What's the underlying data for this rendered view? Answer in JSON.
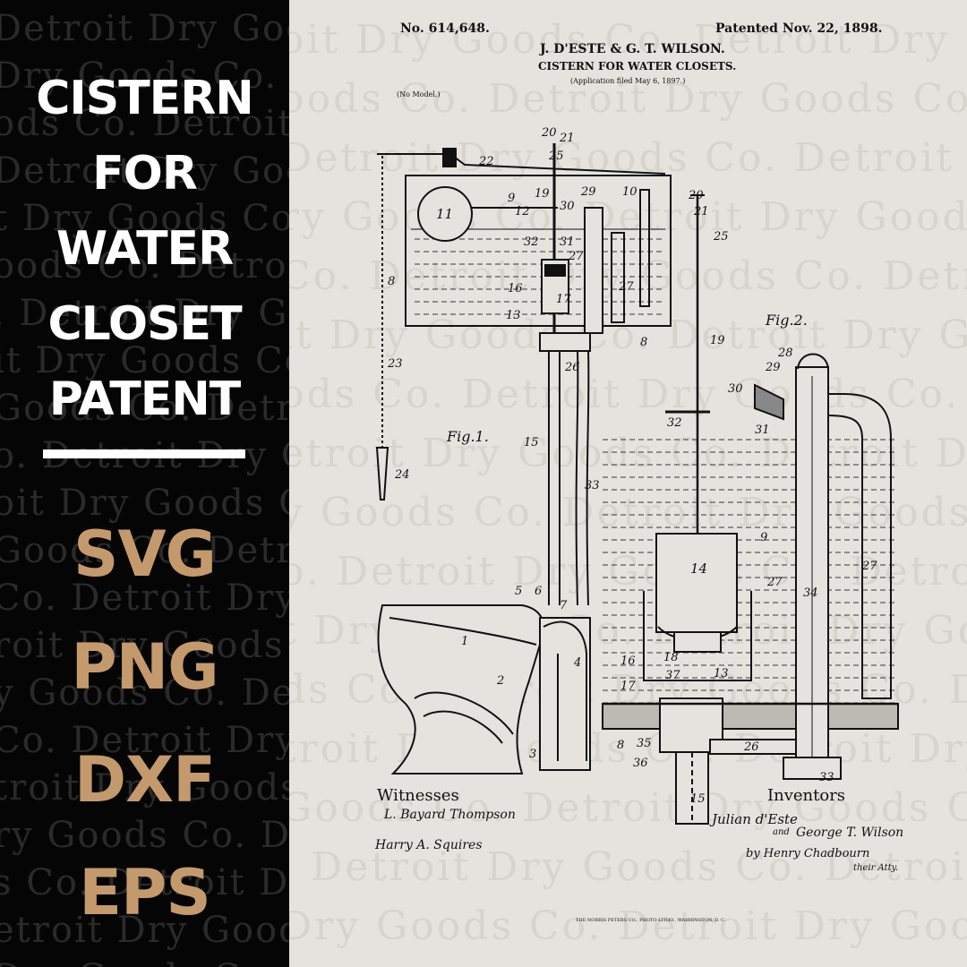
{
  "headline": [
    "CISTERN",
    "FOR",
    "WATER",
    "CLOSET",
    "PATENT"
  ],
  "formats": [
    "SVG",
    "PNG",
    "DXF",
    "EPS"
  ],
  "watermark": "Detroit Dry Goods Co.",
  "patent": {
    "number": "No. 614,648.",
    "date": "Patented Nov. 22, 1898.",
    "inventors_line": "J. D'ESTE & G. T. WILSON.",
    "title": "CISTERN FOR WATER CLOSETS.",
    "application": "(Application filed May 6, 1897.)",
    "model": "(No Model.)",
    "fig1": "Fig.1.",
    "fig2": "Fig.2.",
    "witnesses": "Witnesses",
    "inventors": "Inventors",
    "footer": "THE NORRIS PETERS CO., PHOTO-LITHO., WASHINGTON, D. C.",
    "sig_witness1": "L. Bayard Thompson",
    "sig_witness2": "Harry A. Squires",
    "sig_inv1": "Julian d'Este",
    "sig_and": "and",
    "sig_inv2": "George T. Wilson",
    "sig_atty": "by Henry Chadbourn",
    "sig_atty2": "their Atty."
  },
  "colors": {
    "left_bg": "#050505",
    "right_bg": "#e6e3de",
    "headline": "#ffffff",
    "formats": "#c49a6c",
    "ink": "#111111"
  }
}
